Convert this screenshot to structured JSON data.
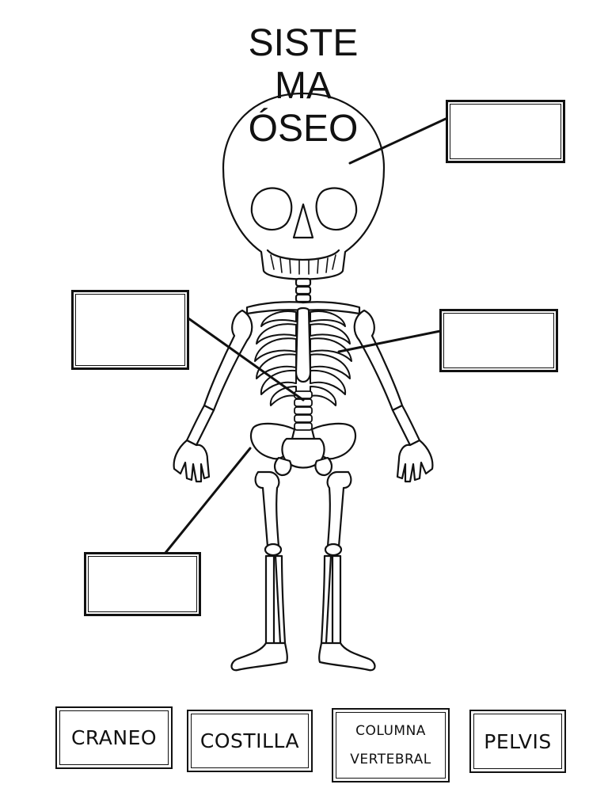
{
  "title": {
    "line1": "SISTE",
    "line2": "MA",
    "line3": "ÓSEO"
  },
  "word_bank": {
    "craneo": "CRANEO",
    "costilla": "COSTILLA",
    "columna_line1": "COLUMNA",
    "columna_line2": "VERTEBRAL",
    "pelvis": "PELVIS"
  },
  "colors": {
    "ink": "#111111",
    "paper": "#ffffff"
  }
}
